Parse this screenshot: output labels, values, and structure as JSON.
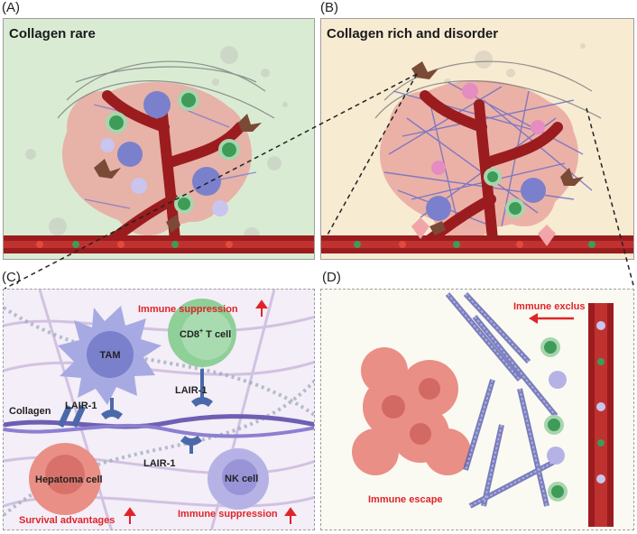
{
  "panels": {
    "a": {
      "letter": "(A)",
      "title": "Collagen rare",
      "bg": "#d7ead0"
    },
    "b": {
      "letter": "(B)",
      "title": "Collagen rich and disorder",
      "bg": "#f6ead0"
    },
    "c": {
      "letter": "(C)",
      "tam": "TAM",
      "cd8": "CD8",
      "cd8_sup": "+",
      "cd8_rest": " T cell",
      "lair_left": "LAIR-1",
      "lair_mid": "LAIR-1",
      "lair_nk": "LAIR-1",
      "collagen": "Collagen",
      "hepatoma": "Hepatoma cell",
      "nk": "NK cell",
      "immune_top": "Immune suppression",
      "immune_bottom": "Immune suppression",
      "survival": "Survival advantages"
    },
    "d": {
      "letter": "(D)",
      "immune_exclus": "Immune exclus",
      "immune_escape": "Immune escape"
    }
  },
  "colors": {
    "red_text": "#e0242a",
    "vessel": "#9b1c1f",
    "collagen_fiber": "#6f6fc4",
    "tumor": "#e98f86",
    "tam": "#8a8fd6",
    "cd8": "#7fc58a",
    "nk": "#b7b2e6",
    "receptor": "#4a69a8"
  },
  "icons": [
    "tam-cell-icon",
    "cd8-t-cell-icon",
    "nk-cell-icon",
    "hepatoma-cell-icon",
    "lair1-receptor-icon",
    "blood-vessel-icon",
    "collagen-fiber-icon",
    "red-arrow-icon"
  ]
}
